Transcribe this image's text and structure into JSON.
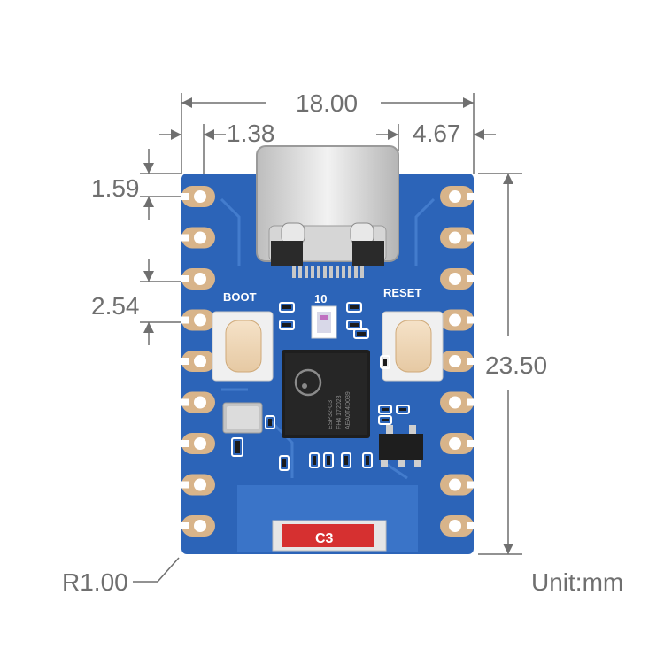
{
  "dimensions": {
    "width": "18.00",
    "left_offset": "1.38",
    "right_offset": "4.67",
    "pad_offset": "1.59",
    "pin_pitch": "2.54",
    "height": "23.50",
    "corner_radius": "R1.00",
    "unit": "Unit:mm"
  },
  "board_labels": {
    "boot": "BOOT",
    "led": "10",
    "reset": "RESET",
    "antenna": "C3"
  },
  "chip": {
    "line1": "ESP32-C3",
    "line2": "FH4 172023",
    "line3": "AEA0T4D039"
  },
  "colors": {
    "pcb": "#2c64b8",
    "pad": "#d8b48a",
    "dimension": "#6f6f6f"
  }
}
